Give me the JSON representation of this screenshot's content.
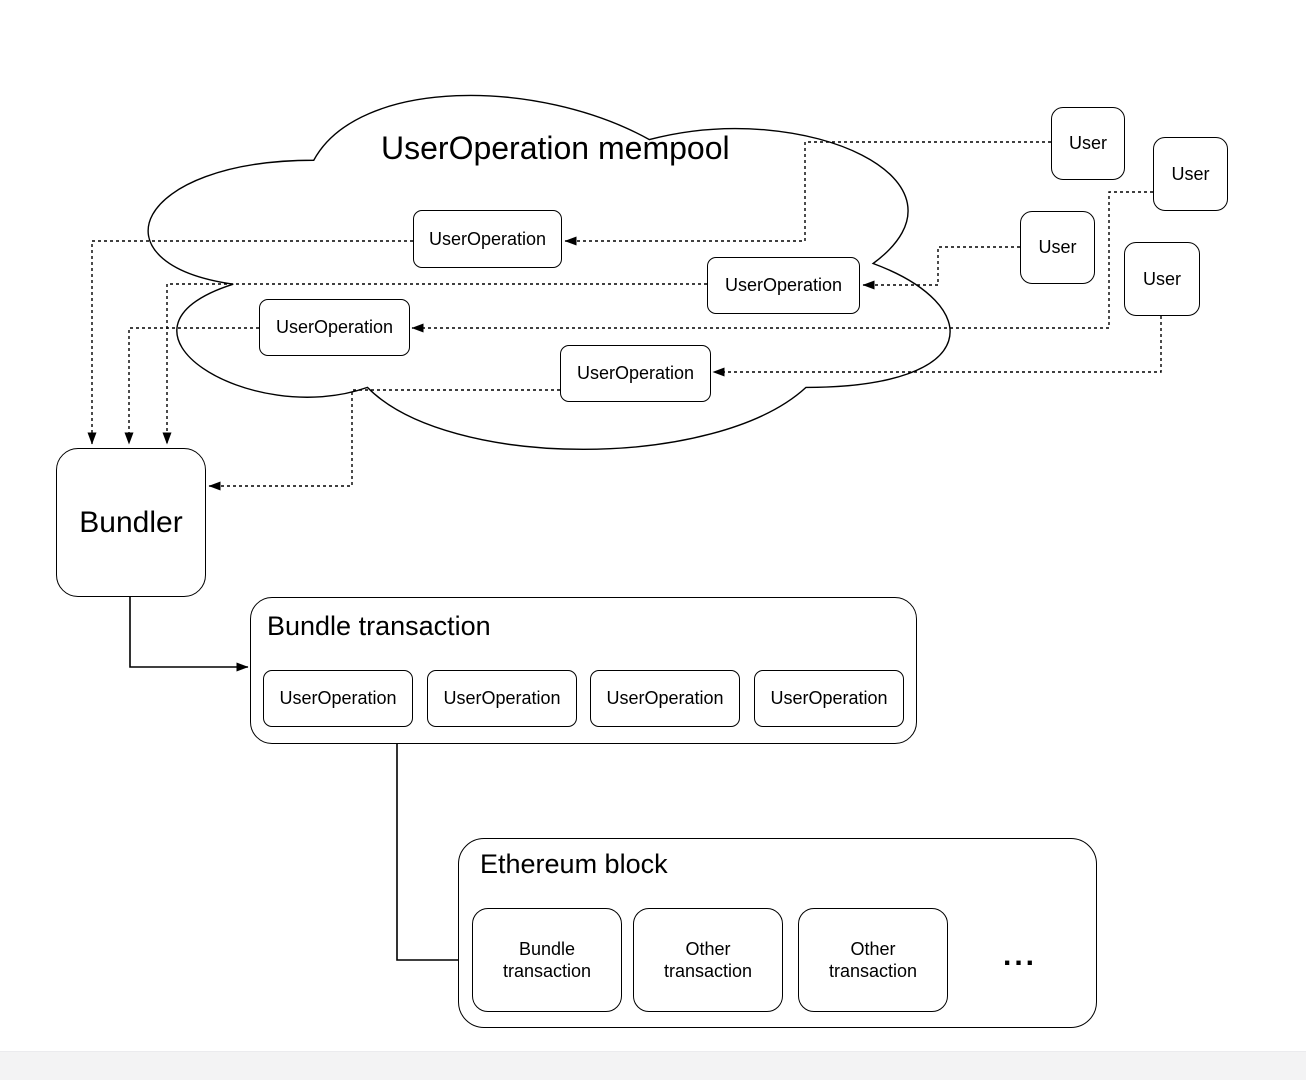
{
  "mempool": {
    "title": "UserOperation mempool",
    "user_operations": [
      "UserOperation",
      "UserOperation",
      "UserOperation",
      "UserOperation"
    ]
  },
  "users": [
    "User",
    "User",
    "User",
    "User"
  ],
  "bundler": {
    "label": "Bundler"
  },
  "bundle_transaction": {
    "title": "Bundle transaction",
    "user_operations": [
      "UserOperation",
      "UserOperation",
      "UserOperation",
      "UserOperation"
    ]
  },
  "ethereum_block": {
    "title": "Ethereum block",
    "transactions": [
      "Bundle transaction",
      "Other transaction",
      "Other transaction"
    ],
    "ellipsis": "..."
  },
  "colors": {
    "stroke": "#000000",
    "background": "#ffffff",
    "footer_strip": "#f3f3f4"
  }
}
